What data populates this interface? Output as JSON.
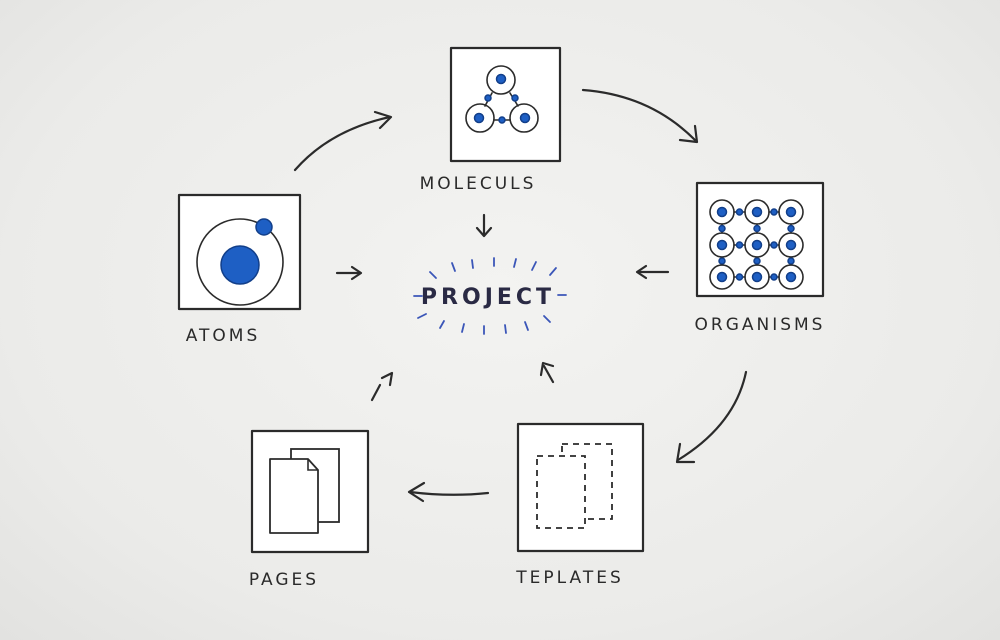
{
  "diagram": {
    "center": "PROJECT",
    "nodes": {
      "molecules": "MOLECULS",
      "organisms": "ORGANISMS",
      "templates": "TEPLATES",
      "pages": "PAGES",
      "atoms": "ATOMS"
    },
    "colors": {
      "ink": "#2b2b2b",
      "accent": "#1e5fc4",
      "paper": "#eeeeec"
    },
    "icons": {
      "atoms": "atom-icon",
      "molecules": "molecule-icon",
      "organisms": "organism-grid-icon",
      "templates": "template-pages-icon",
      "pages": "document-pages-icon"
    }
  }
}
